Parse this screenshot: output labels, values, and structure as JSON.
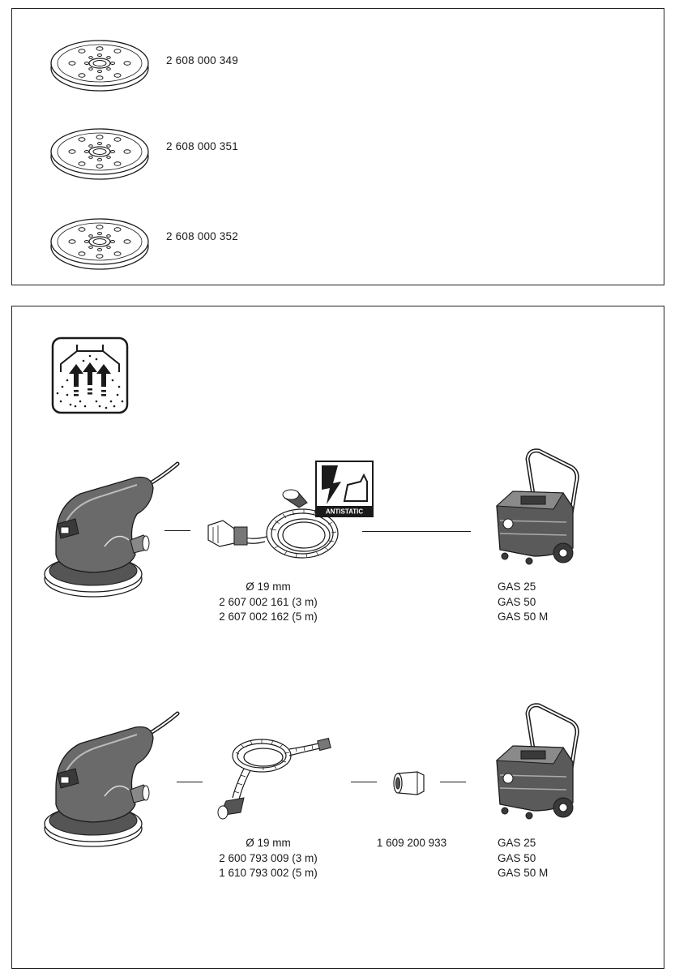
{
  "pads": [
    {
      "part_number": "2 608 000 349"
    },
    {
      "part_number": "2 608 000 351"
    },
    {
      "part_number": "2 608 000 352"
    }
  ],
  "setups": [
    {
      "hose": {
        "diameter": "Ø 19 mm",
        "parts": [
          "2 607 002 161 (3 m)",
          "2 607 002 162 (5 m)"
        ]
      },
      "antistatic_label": "ANTISTATIC",
      "extractor": {
        "models": [
          "GAS 25",
          "GAS 50",
          "GAS 50 M"
        ]
      }
    },
    {
      "hose": {
        "diameter": "Ø 19 mm",
        "parts": [
          "2 600 793 009 (3 m)",
          "1 610 793 002 (5 m)"
        ]
      },
      "adapter": {
        "part_number": "1 609 200 933"
      },
      "extractor": {
        "models": [
          "GAS 25",
          "GAS 50",
          "GAS 50 M"
        ]
      }
    }
  ],
  "icons": {
    "sanding_pad": "sanding-pad-icon",
    "dust_extraction": "dust-extraction-icon",
    "sander": "orbital-sander-icon",
    "hose": "extraction-hose-icon",
    "adapter": "adapter-icon",
    "vacuum": "dust-extractor-icon",
    "antistatic": "antistatic-icon"
  }
}
